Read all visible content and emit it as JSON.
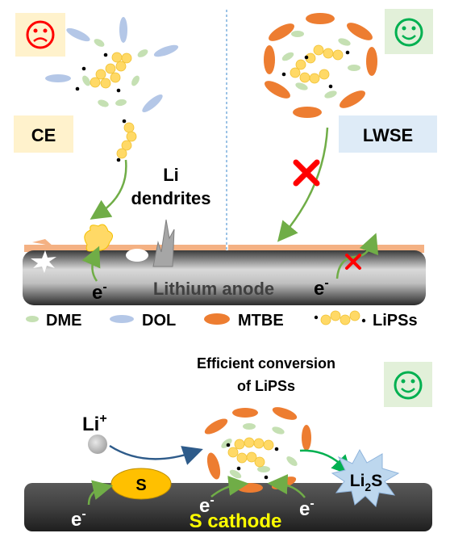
{
  "top_panel": {
    "left_tag": "CE",
    "right_tag": "LWSE",
    "dendrite_label_line1": "Li",
    "dendrite_label_line2": "dendrites",
    "anode_label": "Lithium anode",
    "electron_left": "e",
    "electron_right": "e",
    "electron_sup": "-",
    "sad_face_icon": "sad-face-icon",
    "happy_face_icon": "happy-face-icon",
    "blocked_icon": "red-cross-icon"
  },
  "legend": {
    "items": [
      {
        "label": "DME",
        "icon": "green-ellipse"
      },
      {
        "label": "DOL",
        "icon": "blue-ellipse"
      },
      {
        "label": "MTBE",
        "icon": "orange-ellipse"
      },
      {
        "label": "LiPSs",
        "icon": "yellow-chain"
      }
    ]
  },
  "bottom_panel": {
    "title_line1": "Efficient  conversion",
    "title_line2": "of LiPSs",
    "li_ion_label": "Li",
    "li_ion_sup": "+",
    "sulfur_label": "S",
    "product_label_main": "Li",
    "product_label_sub": "2",
    "product_label_tail": "S",
    "cathode_label": "S cathode",
    "electron_label": "e",
    "electron_sup": "-",
    "happy_face_icon": "happy-face-icon"
  },
  "colors": {
    "dme": "#c5e0b3",
    "dol": "#b4c7e7",
    "mtbe": "#ed7d31",
    "lips": "#ffd966",
    "arrow_green": "#70ad47",
    "cross_red": "#ff0000",
    "cathode_text": "#ffff00",
    "ce_box": "#fff2cc",
    "lwse_box": "#deebf7"
  }
}
